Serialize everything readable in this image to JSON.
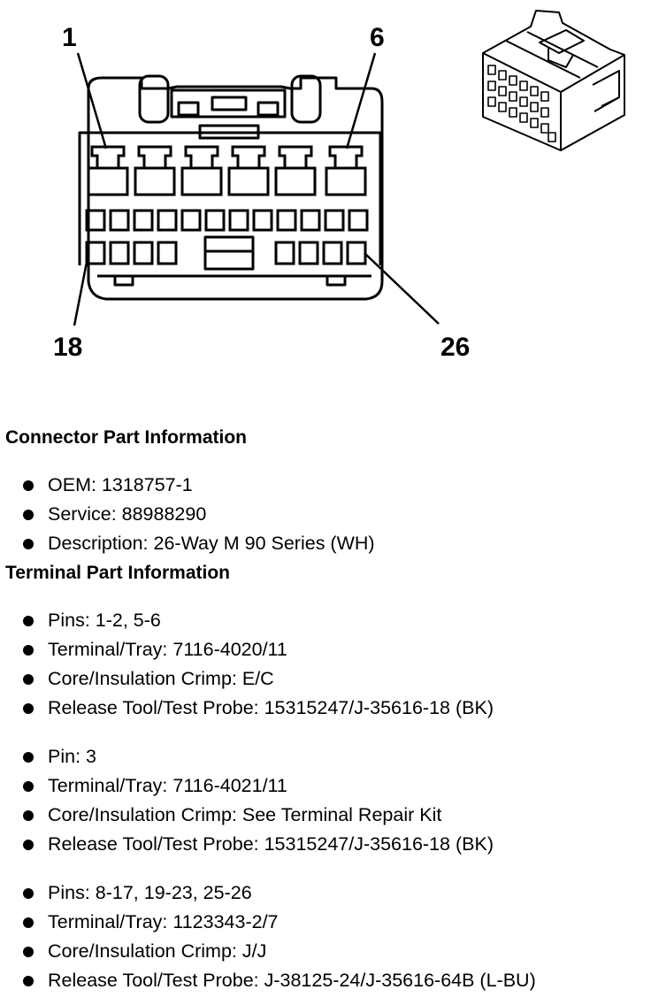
{
  "diagram": {
    "labels": {
      "top_left": "1",
      "top_right": "6",
      "bottom_left": "18",
      "bottom_right": "26"
    }
  },
  "connector": {
    "title": "Connector Part Information",
    "items": [
      "OEM: 1318757-1",
      "Service: 88988290",
      "Description: 26-Way M 90 Series (WH)"
    ]
  },
  "terminal": {
    "title": "Terminal Part Information",
    "groups": [
      {
        "items": [
          "Pins: 1-2, 5-6",
          "Terminal/Tray: 7116-4020/11",
          "Core/Insulation Crimp: E/C",
          "Release Tool/Test Probe: 15315247/J-35616-18 (BK)"
        ]
      },
      {
        "items": [
          "Pin: 3",
          "Terminal/Tray: 7116-4021/11",
          "Core/Insulation Crimp: See Terminal Repair Kit",
          "Release Tool/Test Probe: 15315247/J-35616-18 (BK)"
        ]
      },
      {
        "items": [
          "Pins: 8-17, 19-23, 25-26",
          "Terminal/Tray: 1123343-2/7",
          "Core/Insulation Crimp: J/J",
          "Release Tool/Test Probe: J-38125-24/J-35616-64B (L-BU)"
        ]
      }
    ]
  }
}
